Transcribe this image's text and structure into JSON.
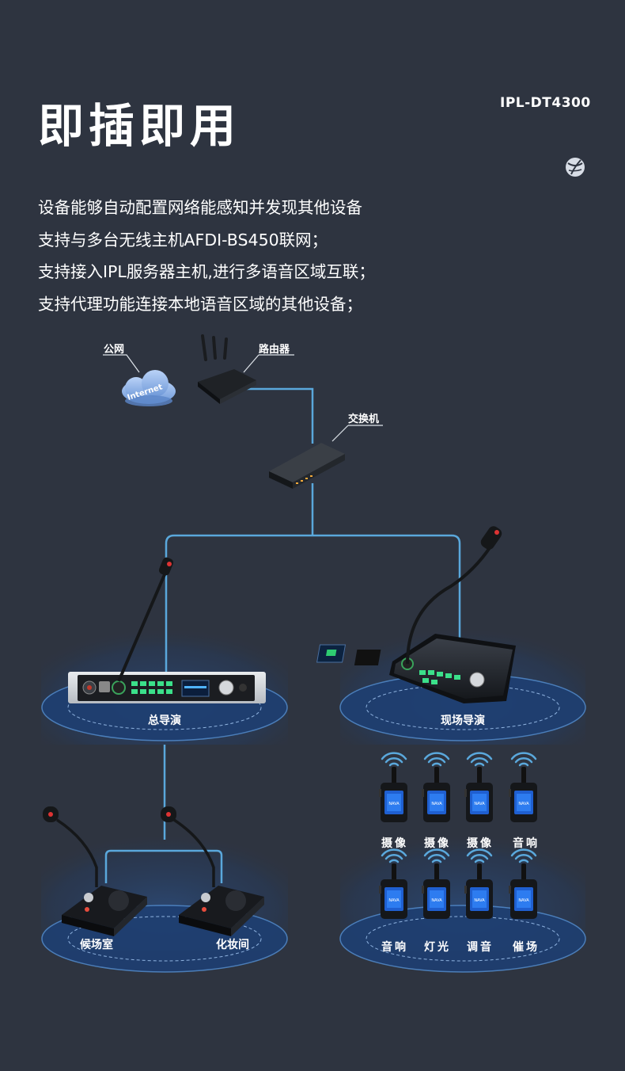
{
  "header": {
    "title": "即插即用",
    "model": "IPL-DT4300"
  },
  "description": [
    "设备能够自动配置网络能感知并发现其他设备",
    "支持与多台无线主机AFDI-BS450联网；",
    "支持接入IPL服务器主机,进行多语音区域互联；",
    "支持代理功能连接本地语音区域的其他设备；"
  ],
  "network": {
    "internet_label": "公网",
    "cloud_text": "Internet",
    "router_label": "路由器",
    "switch_label": "交换机"
  },
  "zones": {
    "main_director": "总导演",
    "site_director": "现场导演",
    "waiting_room": "候场室",
    "dressing_room": "化妆间"
  },
  "radios": {
    "row1": [
      "摄像",
      "摄像",
      "摄像",
      "音响"
    ],
    "row2": [
      "音响",
      "灯光",
      "调音",
      "催场"
    ]
  },
  "device_brand": "NAVA",
  "colors": {
    "background": "#2e3440",
    "line": "#5aa8dc",
    "zone": "#1e3f72",
    "cloud": "#8fb6ef"
  },
  "icons": {
    "logo": "brand-globe-icon",
    "signal": "wifi-signal-icon"
  }
}
